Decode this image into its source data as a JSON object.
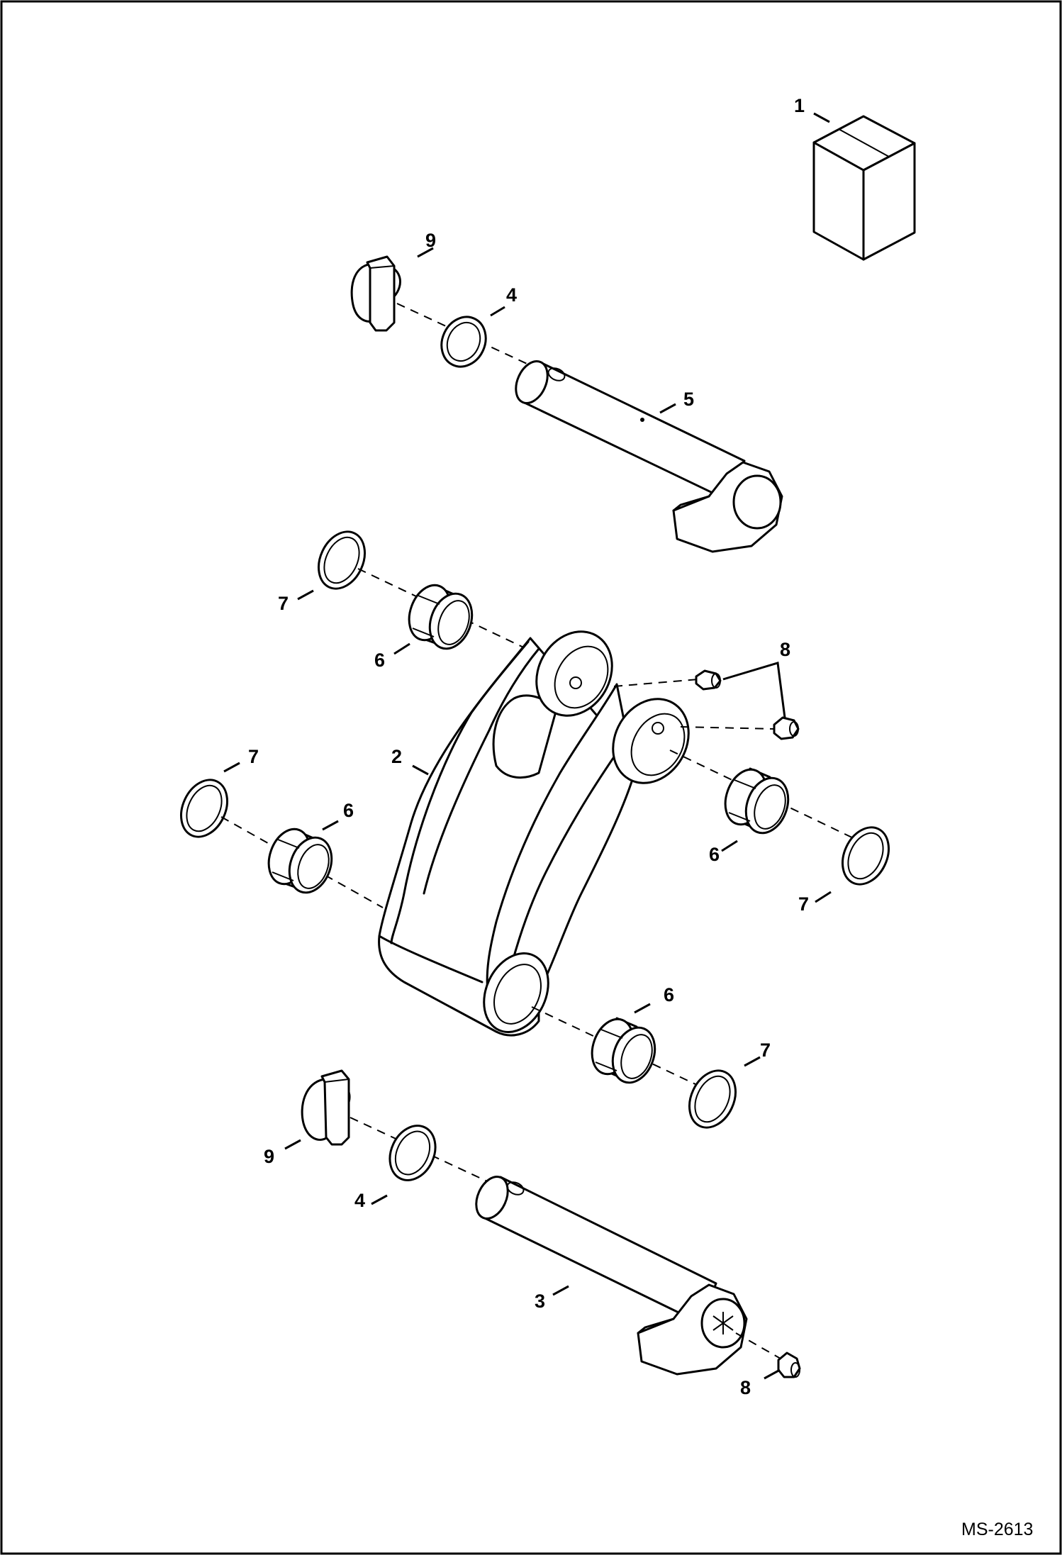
{
  "document": {
    "id": "MS-2613"
  },
  "callouts": {
    "c1": "1",
    "c2": "2",
    "c3": "3",
    "c4_top": "4",
    "c4_bottom": "4",
    "c5": "5",
    "c6_upper_left": "6",
    "c6_left": "6",
    "c6_right": "6",
    "c6_bottom": "6",
    "c7_upper_left": "7",
    "c7_left": "7",
    "c7_right": "7",
    "c7_bottom": "7",
    "c8_top": "8",
    "c8_bottom": "8",
    "c9_top": "9",
    "c9_bottom": "9"
  }
}
